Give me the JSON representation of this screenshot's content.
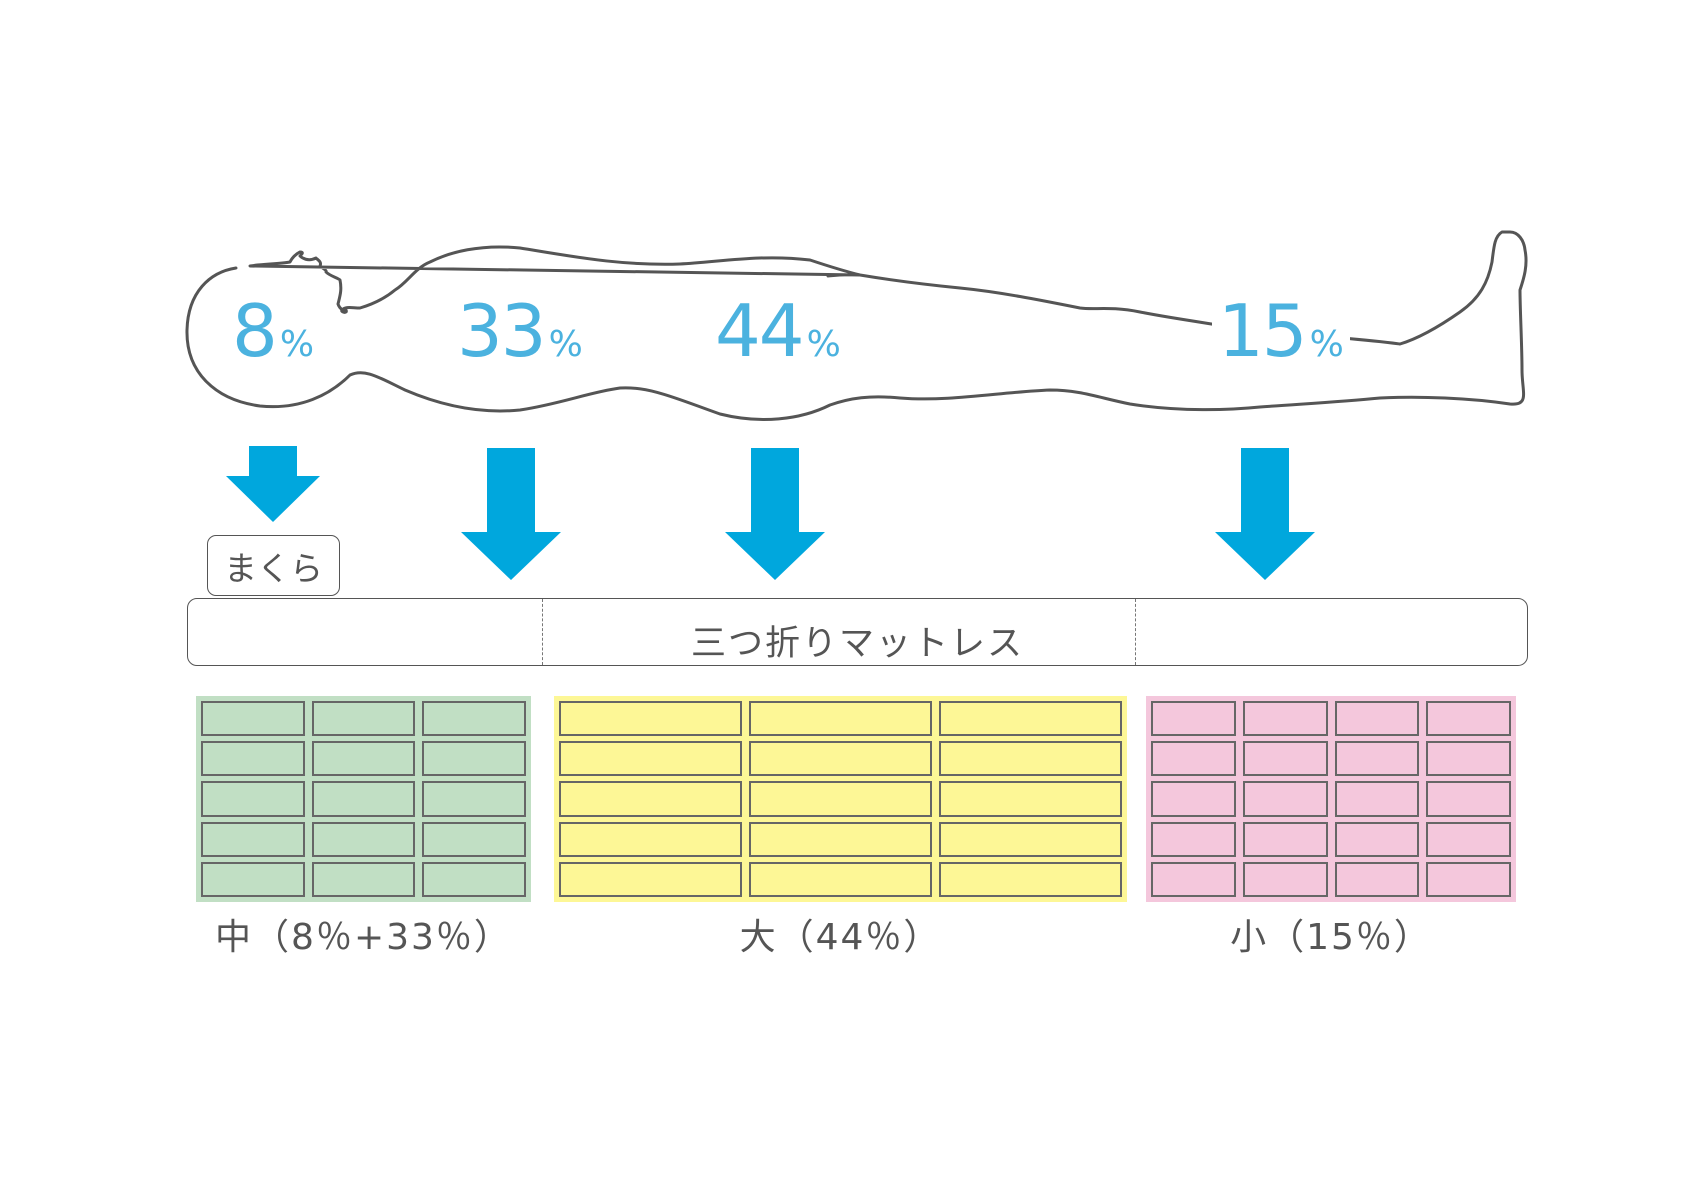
{
  "body_percentages": [
    {
      "value": "8",
      "unit": "%"
    },
    {
      "value": "33",
      "unit": "%"
    },
    {
      "value": "44",
      "unit": "%"
    },
    {
      "value": "15",
      "unit": "%"
    }
  ],
  "pillow_label": "まくら",
  "mattress_label": "三つ折りマットレス",
  "sections": [
    {
      "label": "中（8％+33％）",
      "color": "#c1dfc4",
      "rows": 5,
      "cols": 3
    },
    {
      "label": "大（44％）",
      "color": "#fdf796",
      "rows": 5,
      "cols": 3
    },
    {
      "label": "小（15％）",
      "color": "#f4c7dc",
      "rows": 5,
      "cols": 4
    }
  ],
  "colors": {
    "arrow": "#00a7dd",
    "percent_text": "#4bb2df",
    "outline": "#555555"
  }
}
